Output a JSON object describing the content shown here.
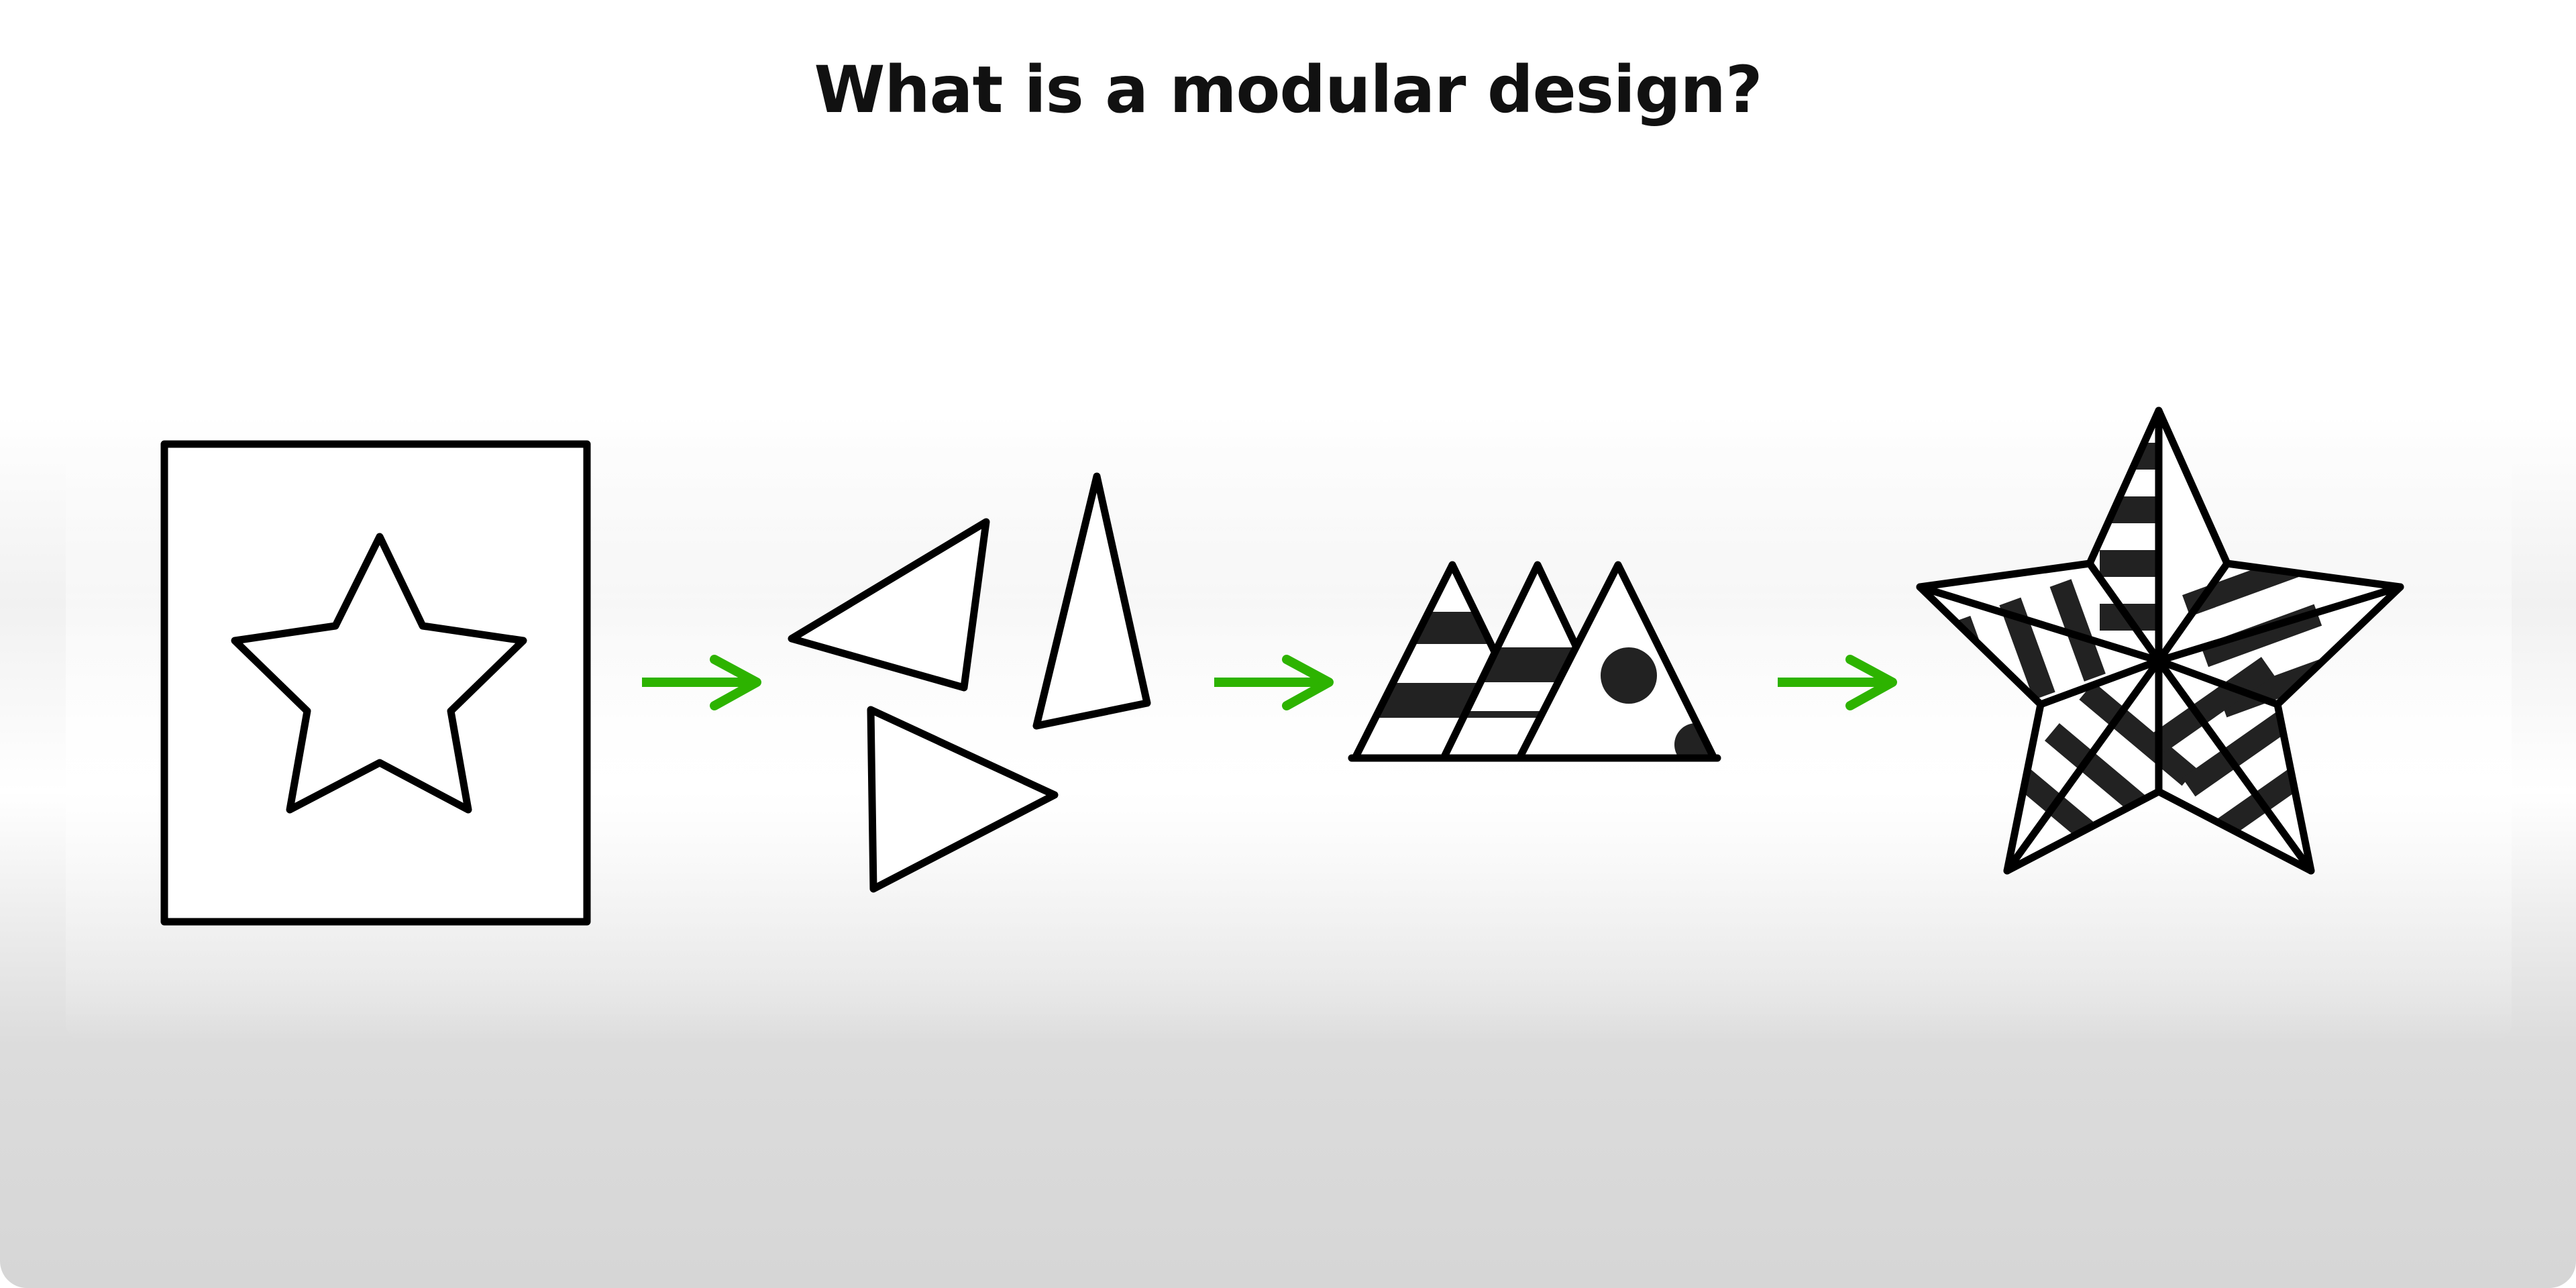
{
  "title": "What is a modular design?",
  "colors": {
    "arrow": "#2db300",
    "outline": "#000000",
    "stripe": "#222222",
    "background_bottom": "#d6d6d6"
  },
  "steps": [
    {
      "name": "star-in-frame"
    },
    {
      "name": "triangle-pieces"
    },
    {
      "name": "patterned-triangles"
    },
    {
      "name": "assembled-patterned-star"
    }
  ]
}
